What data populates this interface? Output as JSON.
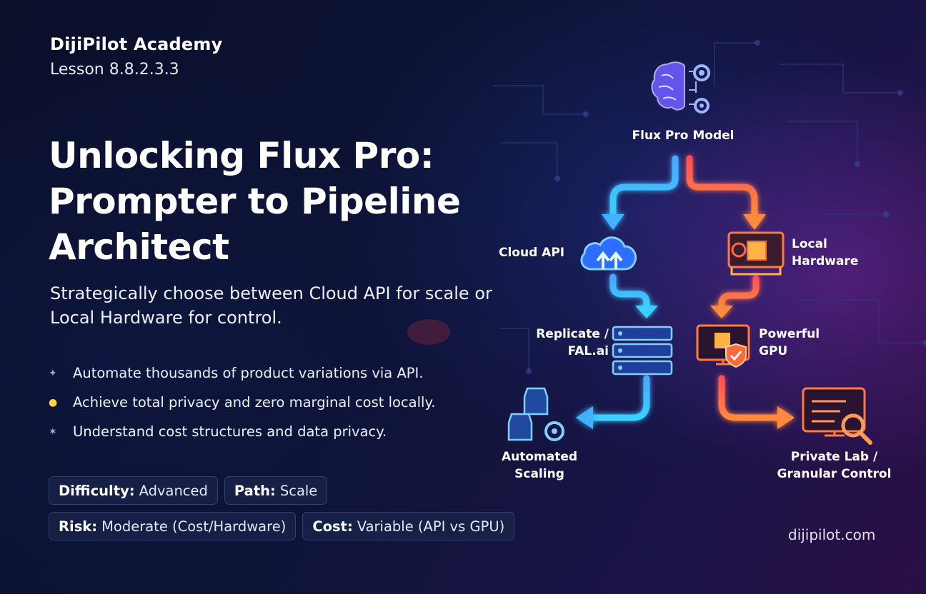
{
  "brand": {
    "name": "DijiPilot Academy",
    "lesson": "Lesson 8.8.2.3.3",
    "url": "dijipilot.com"
  },
  "hero": {
    "title": "Unlocking Flux Pro: Prompter to Pipeline Architect",
    "subtitle": "Strategically choose between Cloud API for scale or Local Hardware for control."
  },
  "bullets": [
    {
      "icon": "rocket-icon",
      "text": "Automate thousands of product variations via API."
    },
    {
      "icon": "lightbulb-icon",
      "text": "Achieve total privacy and zero marginal cost locally."
    },
    {
      "icon": "sparkle-icon",
      "text": "Understand cost structures and data privacy."
    }
  ],
  "tags": [
    {
      "key": "Difficulty:",
      "value": "Advanced"
    },
    {
      "key": "Path:",
      "value": "Scale"
    },
    {
      "key": "Risk:",
      "value": "Moderate (Cost/Hardware)"
    },
    {
      "key": "Cost:",
      "value": "Variable (API vs GPU)"
    }
  ],
  "diagram": {
    "nodes": [
      {
        "id": "model",
        "label": "Flux Pro Model",
        "icon": "brain-gears-icon"
      },
      {
        "id": "cloud",
        "label": "Cloud API",
        "icon": "cloud-upload-icon"
      },
      {
        "id": "local",
        "label": "Local Hardware",
        "icon": "gpu-card-icon"
      },
      {
        "id": "replicate",
        "label": "Replicate / FAL.ai",
        "icon": "server-stack-icon"
      },
      {
        "id": "gpu",
        "label": "Powerful GPU",
        "icon": "monitor-shield-icon"
      },
      {
        "id": "scaling",
        "label": "Automated Scaling",
        "icon": "boxes-gear-icon"
      },
      {
        "id": "lab",
        "label": "Private Lab / Granular Control",
        "icon": "monitor-magnifier-icon"
      }
    ],
    "colors": {
      "cloud_path": "#3fa9ff",
      "local_path": "#ff6a3d",
      "accent_purple": "#8a63ff"
    }
  }
}
